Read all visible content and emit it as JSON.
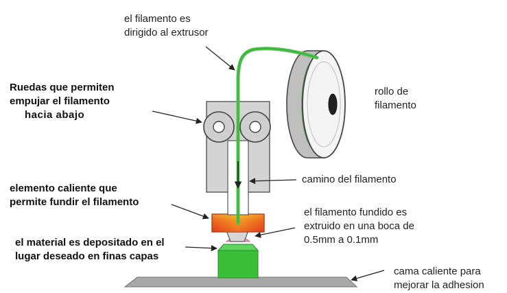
{
  "labels": {
    "filament_directed": [
      "el filamento es",
      "dirigido al extrusor"
    ],
    "wheels": [
      "Ruedas que permiten",
      "empujar el filamento",
      "hacia abajo"
    ],
    "spool": [
      "rollo de",
      "filamento"
    ],
    "filament_path": [
      "camino del filamento"
    ],
    "hot_element": [
      "elemento caliente que",
      "permite fundir el filamento"
    ],
    "melted_filament": [
      "el filamento fundido es",
      "extruido en una boca de",
      "0.5mm a 0.1mm"
    ],
    "deposited": [
      "el material es depositado en el",
      "lugar deseado en finas capas"
    ],
    "heated_bed": [
      "cama caliente para",
      "mejorar la adhesion"
    ]
  },
  "colors": {
    "filament": "#4cc24c",
    "filament_dark": "#2f9a2f",
    "print_object": "#3bbf3b",
    "extruder_body": "#d4d4d4",
    "heater_orange": "#f28a1f",
    "heater_red": "#e33b1b",
    "heater_yellow": "#f7d23a",
    "bed": "#a8a8a8",
    "nozzle_pink": "#f0a0b4"
  }
}
